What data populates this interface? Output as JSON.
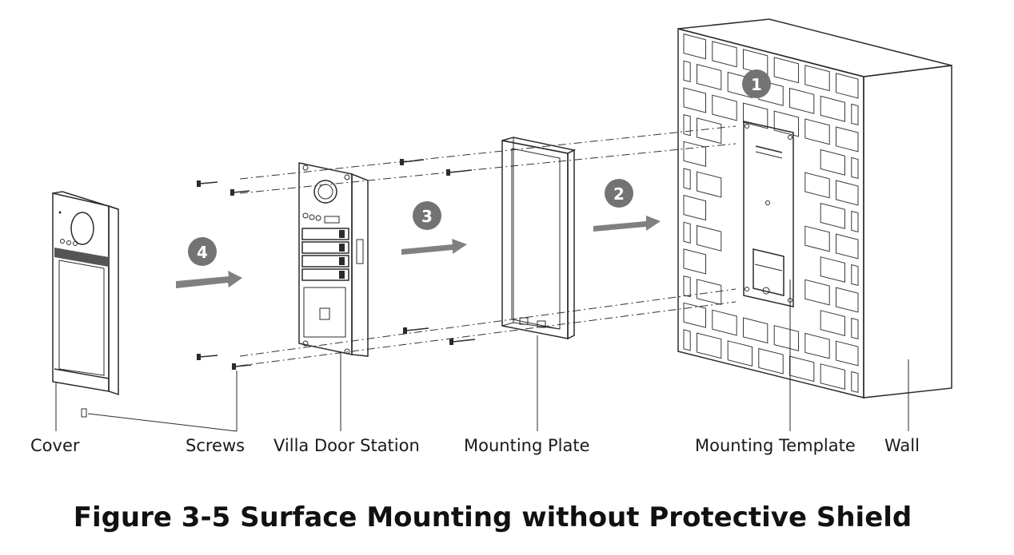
{
  "labels": {
    "cover": "Cover",
    "screws": "Screws",
    "villa_door_station": "Villa Door Station",
    "mounting_plate": "Mounting Plate",
    "mounting_template": "Mounting Template",
    "wall": "Wall"
  },
  "steps": {
    "step1": "1",
    "step2": "2",
    "step3": "3",
    "step4": "4"
  },
  "caption": "Figure 3-5 Surface Mounting without Protective Shield",
  "colors": {
    "arrow": "#808080",
    "badge": "#737373",
    "line": "#2b2b2b"
  }
}
